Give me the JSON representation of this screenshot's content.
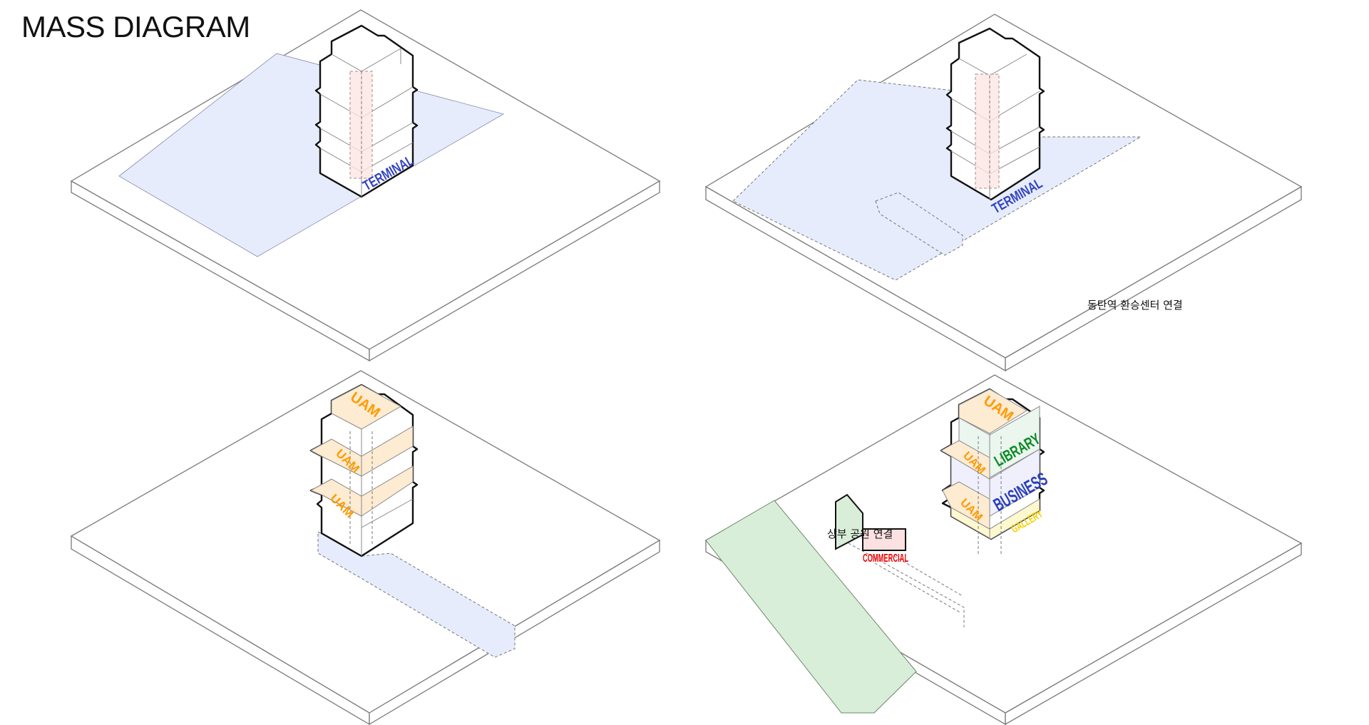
{
  "title": "MASS DIAGRAM",
  "colors": {
    "site_outline": "#7a7a7a",
    "terminal_blue": "#3344c0",
    "blue_fill": "#e6ecfc",
    "core_pink": "#fde6e4",
    "uam_orange": "#ff9a00",
    "uam_fill": "#fdebd2",
    "library_green": "#0a8a22",
    "library_fill": "#eaf6ee",
    "business_blue": "#2a3fb8",
    "business_fill": "#f0f0fd",
    "gallery_yellow": "#f2d100",
    "gallery_fill": "#fdf8cf",
    "commercial_red": "#ee0000",
    "commercial_fill": "#fbe1e1",
    "park_green": "#d9eed8"
  },
  "panels": [
    {
      "id": "terminal-site",
      "labels": {
        "terminal": "TERMINAL"
      }
    },
    {
      "id": "station-link",
      "labels": {
        "terminal": "TERMINAL",
        "annotation": "동탄역 환승센터 연결"
      }
    },
    {
      "id": "uam-decks",
      "labels": {
        "uam_top": "UAM",
        "uam_mid": "UAM",
        "uam_low": "UAM"
      }
    },
    {
      "id": "program",
      "labels": {
        "uam_top": "UAM",
        "uam_mid": "UAM",
        "uam_low": "UAM",
        "library": "LIBRARY",
        "business": "BUSINESS",
        "gallery": "GALLERY",
        "commercial": "COMMERCIAL",
        "annotation": "상부 공원 연결"
      }
    }
  ]
}
